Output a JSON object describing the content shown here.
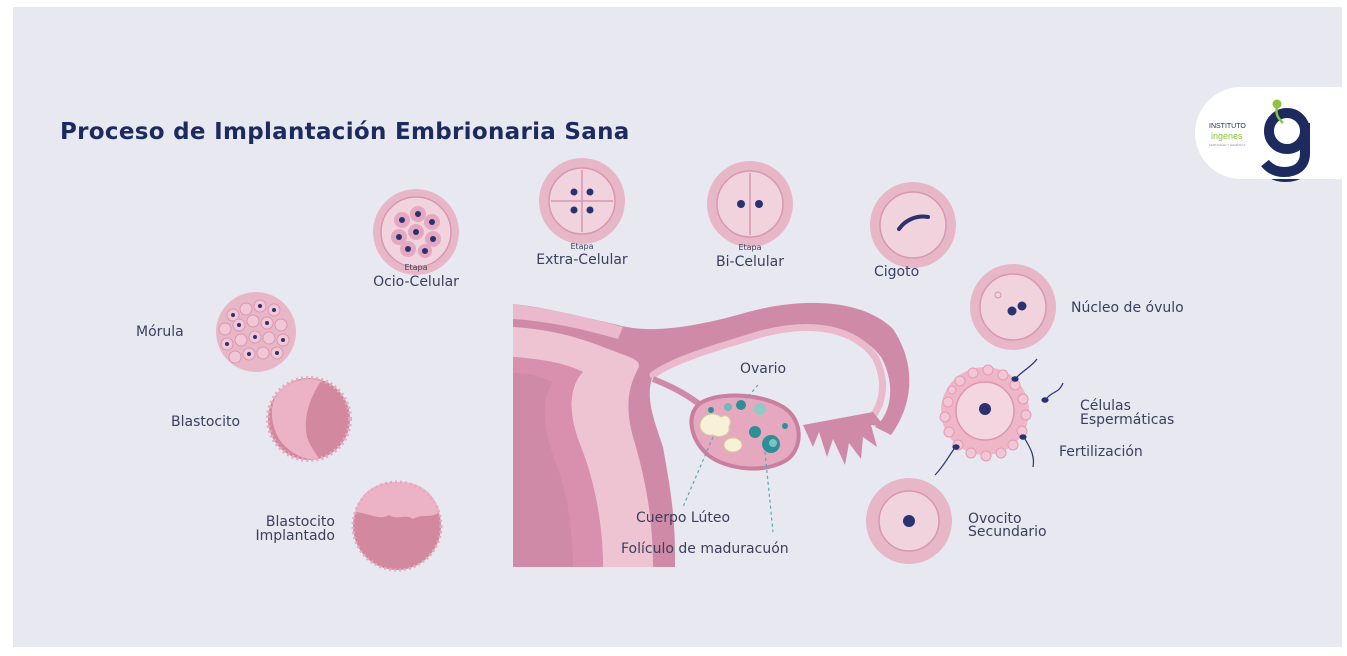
{
  "title": "Proceso de Implantación Embrionaria Sana",
  "logo": {
    "line1": "INSTITUTO",
    "line2": "ingenes",
    "line3": "FERTILIDAD Y GENÉTICA"
  },
  "stages": {
    "ocio": {
      "small": "Etapa",
      "big": "Ocio-Celular"
    },
    "extra": {
      "small": "Etapa",
      "big": "Extra-Celular"
    },
    "bi": {
      "small": "Etapa",
      "big": "Bi-Celular"
    },
    "cigoto": "Cigoto"
  },
  "labels": {
    "morula": "Mórula",
    "blastocito": "Blastocito",
    "blastocito_impl_1": "Blastocito",
    "blastocito_impl_2": "Implantado",
    "nucleo": "Núcleo de óvulo",
    "celulas_1": "Células",
    "celulas_2": "Espermáticas",
    "fertilizacion": "Fertilización",
    "ovocito_1": "Ovocito",
    "ovocito_2": "Secundario",
    "ovario": "Ovario",
    "cuerpo_luteo": "Cuerpo Lúteo",
    "foliculo": "Folículo de maduracuón"
  },
  "colors": {
    "background": "#e8e8f1",
    "title": "#1c2a5e",
    "cell_outer": "#e7b7c8",
    "cell_inner": "#f1d3de",
    "nucleus": "#2b3170",
    "uterus": "#c8809e",
    "uterus_light": "#eab9cb",
    "follicle_teal": "#2f8e97",
    "logo_green": "#8bc53f"
  }
}
